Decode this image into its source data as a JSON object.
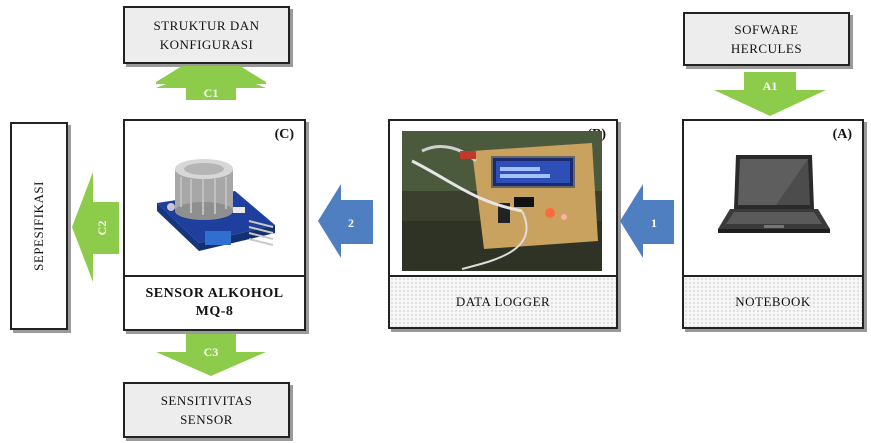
{
  "boxes": {
    "struktur": "STRUKTUR DAN KONFIGURASI",
    "sofware": "SOFWARE HERCULES",
    "sepesifikasi": "SEPESIFIKASI",
    "sensitivitas": "SENSITIVITAS SENSOR"
  },
  "panels": {
    "notebook": {
      "tag": "(A)",
      "caption": "NOTEBOOK"
    },
    "data_logger": {
      "tag": "(B)",
      "caption": "DATA LOGGER"
    },
    "sensor": {
      "tag": "(C)",
      "caption": "SENSOR ALKOHOL MQ-8"
    }
  },
  "arrows": {
    "a1": "A1",
    "c1": "C1",
    "c2": "C2",
    "c3": "C3",
    "step1": "1",
    "step2": "2"
  },
  "colors": {
    "green_arrow": "#8ccc4a",
    "blue_arrow": "#4f7fc0"
  }
}
